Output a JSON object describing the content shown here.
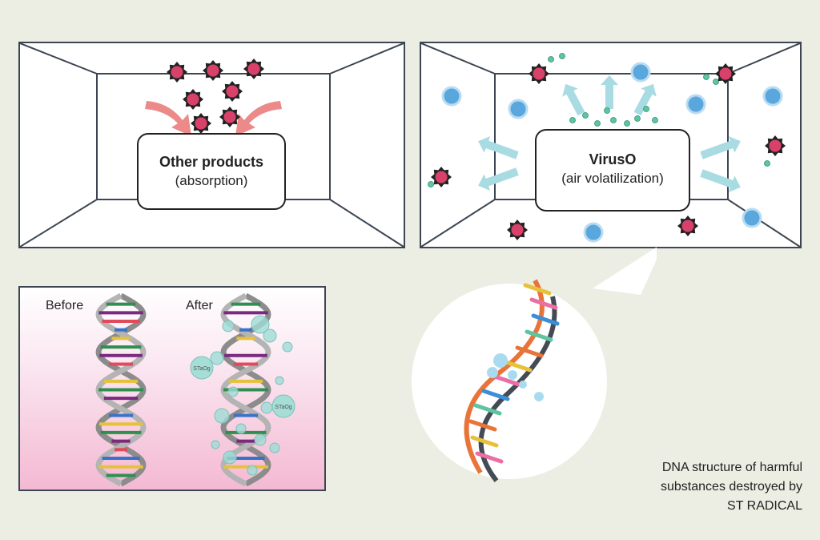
{
  "left_room": {
    "title": "Other products",
    "subtitle": "(absorption)"
  },
  "right_room": {
    "title": "VirusO",
    "subtitle": "(air volatilization)"
  },
  "dna_panel": {
    "before_label": "Before",
    "after_label": "After",
    "badge_text": "STaOg"
  },
  "caption": {
    "line1": "DNA structure of harmful",
    "line2": "substances destroyed by",
    "line3": "ST RADICAL"
  },
  "colors": {
    "background": "#eceee3",
    "germ": "#d8416a",
    "water_bubble": "#5aa7de",
    "arrow_pink": "#ec8a8a",
    "arrow_cyan": "#a9dbe3",
    "radical_green": "#5fc4a0"
  }
}
